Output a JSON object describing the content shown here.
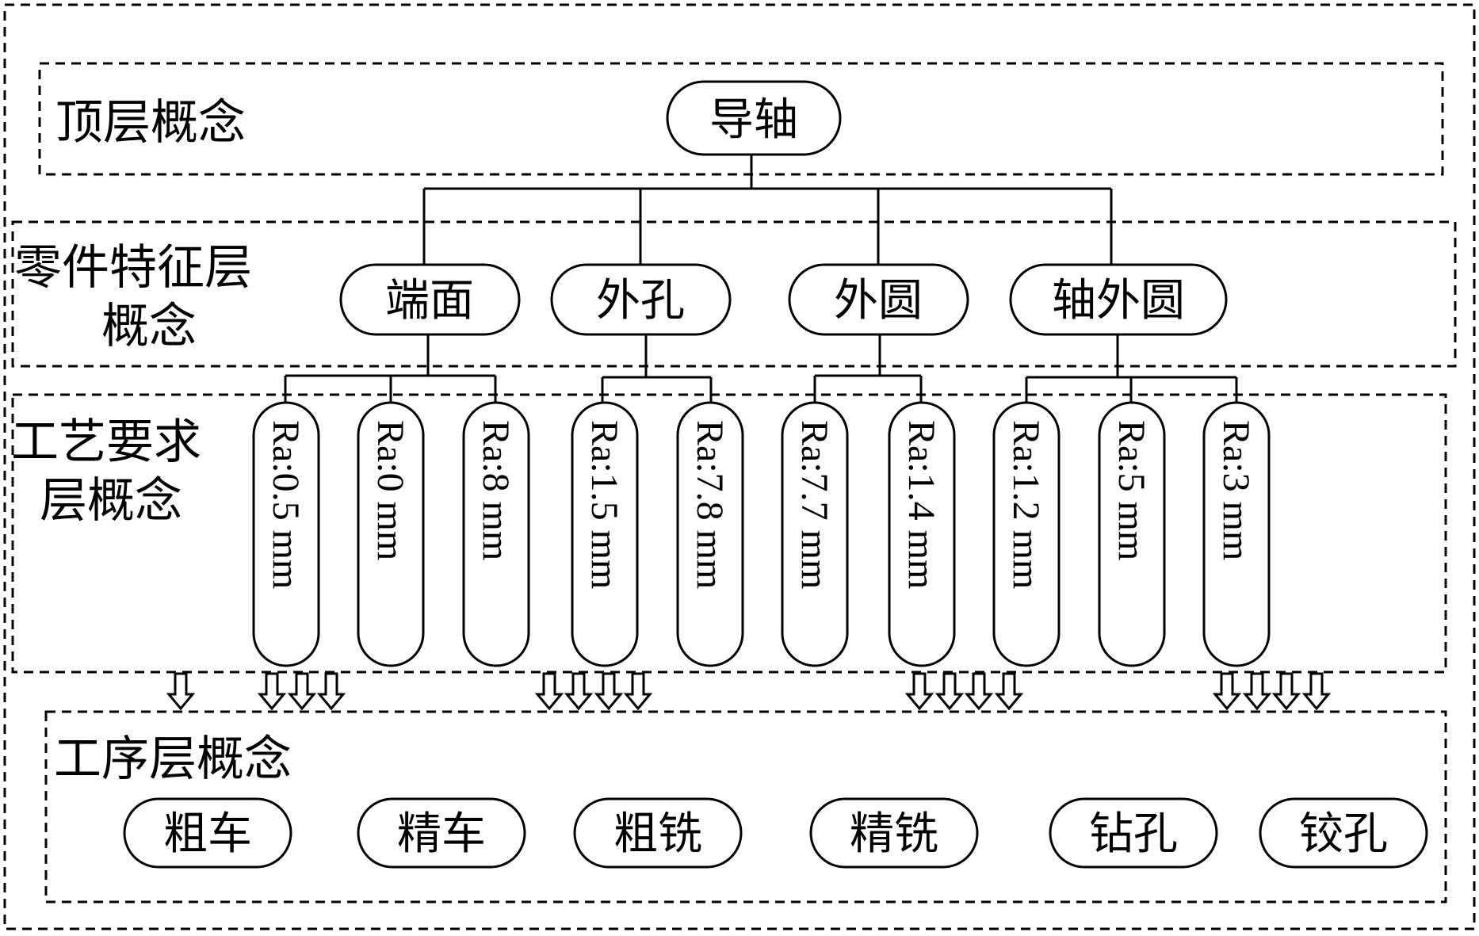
{
  "layers": {
    "top": "顶层概念",
    "feature_line1": "零件特征层",
    "feature_line2": "概念",
    "process_req_line1": "工艺要求",
    "process_req_line2": "层概念",
    "operation": "工序层概念"
  },
  "root": "导轴",
  "features": [
    "端面",
    "外孔",
    "外圆",
    "轴外圆"
  ],
  "requirements": [
    "Ra:0.5 mm",
    "Ra:0 mm",
    "Ra:8 mm",
    "Ra:1.5 mm",
    "Ra:7.8 mm",
    "Ra:7.7 mm",
    "Ra:1.4 mm",
    "Ra:1.2 mm",
    "Ra:5 mm",
    "Ra:3 mm"
  ],
  "operations": [
    "粗车",
    "精车",
    "粗铣",
    "精铣",
    "钻孔",
    "铰孔"
  ]
}
